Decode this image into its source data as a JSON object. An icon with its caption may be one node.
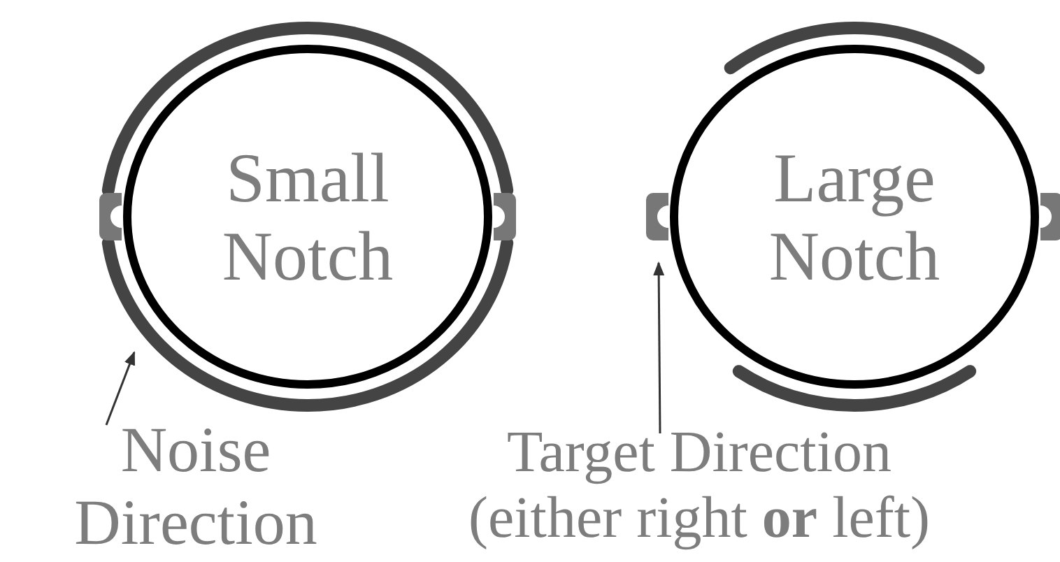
{
  "diagram": {
    "nodes": [
      {
        "text": [
          "Small Notch"
        ]
      },
      {
        "text": [
          "Large Notch"
        ]
      },
      {
        "text": [
          "Noise Direction"
        ]
      },
      {
        "text": [
          "Target Direction (either right **or** left)"
        ]
      }
    ],
    "edges": [
      {
        "from": 2,
        "to": null,
        "arrow": "to"
      },
      {
        "from": 3,
        "to": 1,
        "arrow": "to"
      }
    ]
  }
}
